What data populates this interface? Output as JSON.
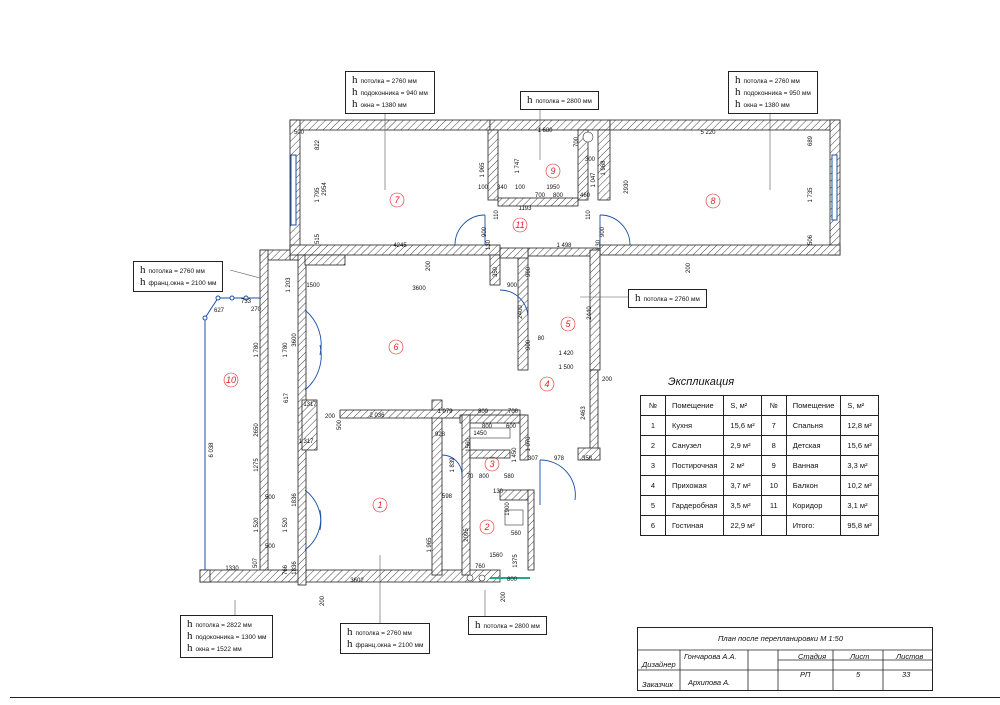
{
  "callouts": {
    "room7": [
      "потолка = 2760 мм",
      "подоконника = 940 мм",
      "окна = 1380 мм"
    ],
    "room9": [
      "потолка = 2800 мм"
    ],
    "room8": [
      "потолка = 2760 мм",
      "подоконника = 950 мм",
      "окна = 1380 мм"
    ],
    "room10": [
      "потолка = 2760 мм",
      "франц.окна = 2100 мм"
    ],
    "room5": [
      "потолка = 2760 мм"
    ],
    "balcony_bottom": [
      "потолка = 2822 мм",
      "подоконника = 1300 мм",
      "окна = 1522 мм"
    ],
    "room1": [
      "потолка = 2760 мм",
      "франц.окна = 2100 мм"
    ],
    "room2": [
      "потолка = 2800 мм"
    ],
    "h_symbol": "h"
  },
  "rooms": [
    "1",
    "2",
    "3",
    "4",
    "5",
    "6",
    "7",
    "8",
    "9",
    "10",
    "11"
  ],
  "dimensions": {
    "d500a": "500",
    "d822": "822",
    "d1795a": "1 795",
    "d2954": "2954",
    "d515": "515",
    "d4245": "4245",
    "d200a": "200",
    "d1680": "1 680",
    "d5220": "5 220",
    "d700a": "700",
    "d300a": "300",
    "d689": "689",
    "d1735": "1 735",
    "d506": "506",
    "d1965a": "1 965",
    "d1747": "1 747",
    "d1968": "1 968",
    "d1047": "1 047",
    "d2930": "2930",
    "d100a": "100",
    "d340": "340",
    "d100b": "100",
    "d1950": "1950",
    "d700b": "700",
    "d800a": "800",
    "d460": "460",
    "d1193": "1193",
    "d110a": "110",
    "d110b": "110",
    "d900a": "900",
    "d900b": "900",
    "d130a": "130",
    "d130b": "130",
    "d1498": "1 498",
    "d200b": "200",
    "d1203": "1 203",
    "d1500a": "1500",
    "d3600a": "3600",
    "d350": "350",
    "d900c": "900",
    "d900d": "900",
    "d2400": "2400",
    "d2440": "2440",
    "d733": "733",
    "d627": "627",
    "d270": "270",
    "d3600b": "3600",
    "d1780a": "1 780",
    "d1780b": "1 780",
    "d900e": "900",
    "d80a": "80",
    "d1420": "1 420",
    "d1500b": "1 500",
    "d200c": "200",
    "d6038": "6 038",
    "d1317a": "1317",
    "d617": "617",
    "d200d": "200",
    "d2036": "2 036",
    "d1079": "1 079",
    "d800b": "800",
    "d700c": "700",
    "d2650": "2650",
    "d1317b": "1 317",
    "d928": "928",
    "d1450": "1450",
    "d600a": "600",
    "d800c": "800",
    "d500b": "500",
    "d1275": "1275",
    "d1839": "1 839",
    "d1560a": "1560",
    "d1070": "1 070",
    "d1450b": "1 450",
    "d307": "307",
    "d978": "978",
    "d358": "358",
    "d2463": "2463",
    "d500c": "500",
    "d1836a": "1836",
    "d598": "598",
    "d70": "70",
    "d800d": "800",
    "d580": "580",
    "d130c": "130",
    "d1520a": "1 520",
    "d1520b": "1 520",
    "d1900": "1900",
    "d2095": "2095",
    "d560": "560",
    "d1965b": "1 965",
    "d500d": "500",
    "d507": "507",
    "d1836b": "1836",
    "d1560b": "1560",
    "d1375": "1375",
    "d760": "760",
    "d800e": "800",
    "d1330": "1330",
    "d766": "766",
    "d3602": "3602",
    "d200e": "200",
    "d200f": "200"
  },
  "explication": {
    "title": "Экспликация",
    "headers": [
      "№",
      "Помещение",
      "S, м²",
      "№",
      "Помещение",
      "S, м²"
    ],
    "rows": [
      [
        "1",
        "Кухня",
        "15,6 м²",
        "7",
        "Спальня",
        "12,8 м²"
      ],
      [
        "2",
        "Санузел",
        "2,9 м²",
        "8",
        "Детская",
        "15,6 м²"
      ],
      [
        "3",
        "Постирочная",
        "2 м²",
        "9",
        "Ванная",
        "3,3 м²"
      ],
      [
        "4",
        "Прихожая",
        "3,7 м²",
        "10",
        "Балкон",
        "10,2 м²"
      ],
      [
        "5",
        "Гардеробная",
        "3,5 м²",
        "11",
        "Коридор",
        "3,1 м²"
      ],
      [
        "6",
        "Гостиная",
        "22,9 м²",
        "",
        "Итого:",
        "95,8 м²"
      ]
    ]
  },
  "stamp": {
    "title": "План после перепланировки М 1:50",
    "designer_label": "Дизайнер",
    "designer_name": "Гончарова А.А.",
    "customer_label": "Заказчик",
    "customer_name": "Архипова А.",
    "stage_label": "Стадия",
    "sheet_label": "Лист",
    "sheets_label": "Листов",
    "stage": "РП",
    "sheet": "5",
    "sheets": "33"
  }
}
